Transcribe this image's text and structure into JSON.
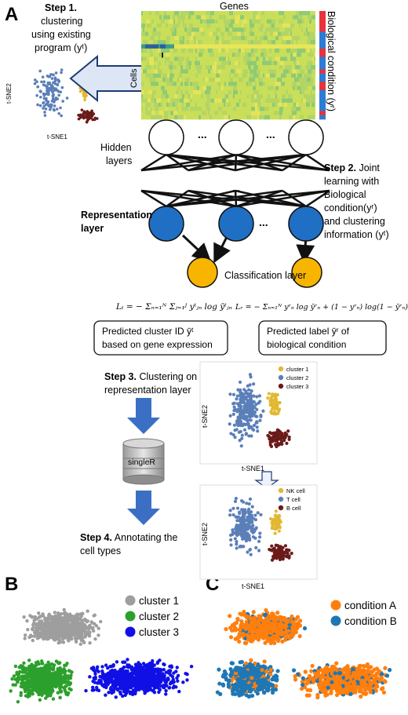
{
  "panel_labels": {
    "a": "A",
    "b": "B",
    "c": "C"
  },
  "step1": {
    "title": "Step 1.",
    "line1": "clustering",
    "line2": "using existing",
    "line3": "program (yᵗ)"
  },
  "heatmap": {
    "genes_label": "Genes",
    "cells_label": "Cells",
    "condition_label": "Biological condition (yʳ)"
  },
  "tsne_axes": {
    "x": "t-SNE1",
    "y": "t-SNE2"
  },
  "network": {
    "hidden_line1": "Hidden",
    "hidden_line2": "layers",
    "repr_line1": "Representation",
    "repr_line2": "layer",
    "classification": "Classification layer",
    "ellipsis": "..."
  },
  "step2": {
    "title": "Step 2.",
    "line1_rest": " Joint",
    "line2": "learning with",
    "line3": "Biological",
    "line4": "condition(yʳ)",
    "line5": "and clustering",
    "line6": "information (yᵗ)"
  },
  "losses": {
    "lt": "Lₜ = − Σₙ₌₁ᴺ Σⱼ₌₁ᴶ yᵗⱼₙ log ȳᵗⱼₙ",
    "lr": "Lᵣ = − Σₙ₌₁ᴺ yʳₙ log ȳʳₙ + (1 − yʳₙ) log(1 − ȳʳₙ)"
  },
  "boxes": {
    "left_line1": "Predicted cluster ID ȳᵗ",
    "left_line2": "based on gene expression",
    "right_line1": "Predicted label ȳʳ of",
    "right_line2": "biological condition"
  },
  "step3": {
    "title": "Step 3.",
    "rest": " Clustering on",
    "line2": "representation layer"
  },
  "step4": {
    "title": "Step 4.",
    "rest": " Annotating the",
    "line2": "cell types"
  },
  "database_label": "singleR",
  "legend_clusters3": [
    "cluster 1",
    "cluster 2",
    "cluster 3"
  ],
  "legend_celltypes": [
    "NK cell",
    "T cell",
    "B cell"
  ],
  "panel_b_legend": [
    "cluster 1",
    "cluster 2",
    "cluster 3"
  ],
  "panel_c_legend": [
    "condition A",
    "condition B"
  ],
  "colors": {
    "blue_node": "#1f6fc5",
    "orange_node": "#f7b500",
    "arrow_blue": "#3b6fc4",
    "cluster_yellow": "#e2b832",
    "cluster_blue": "#5b7fb8",
    "cluster_maroon": "#6b1a1a",
    "b_gray": "#9e9e9e",
    "b_green": "#2ca02c",
    "b_blue": "#1010e6",
    "c_orange": "#ff7f0e",
    "c_blue": "#1f77b4",
    "cond_red": "#e8323c",
    "cond_blue": "#2c7bd4"
  }
}
